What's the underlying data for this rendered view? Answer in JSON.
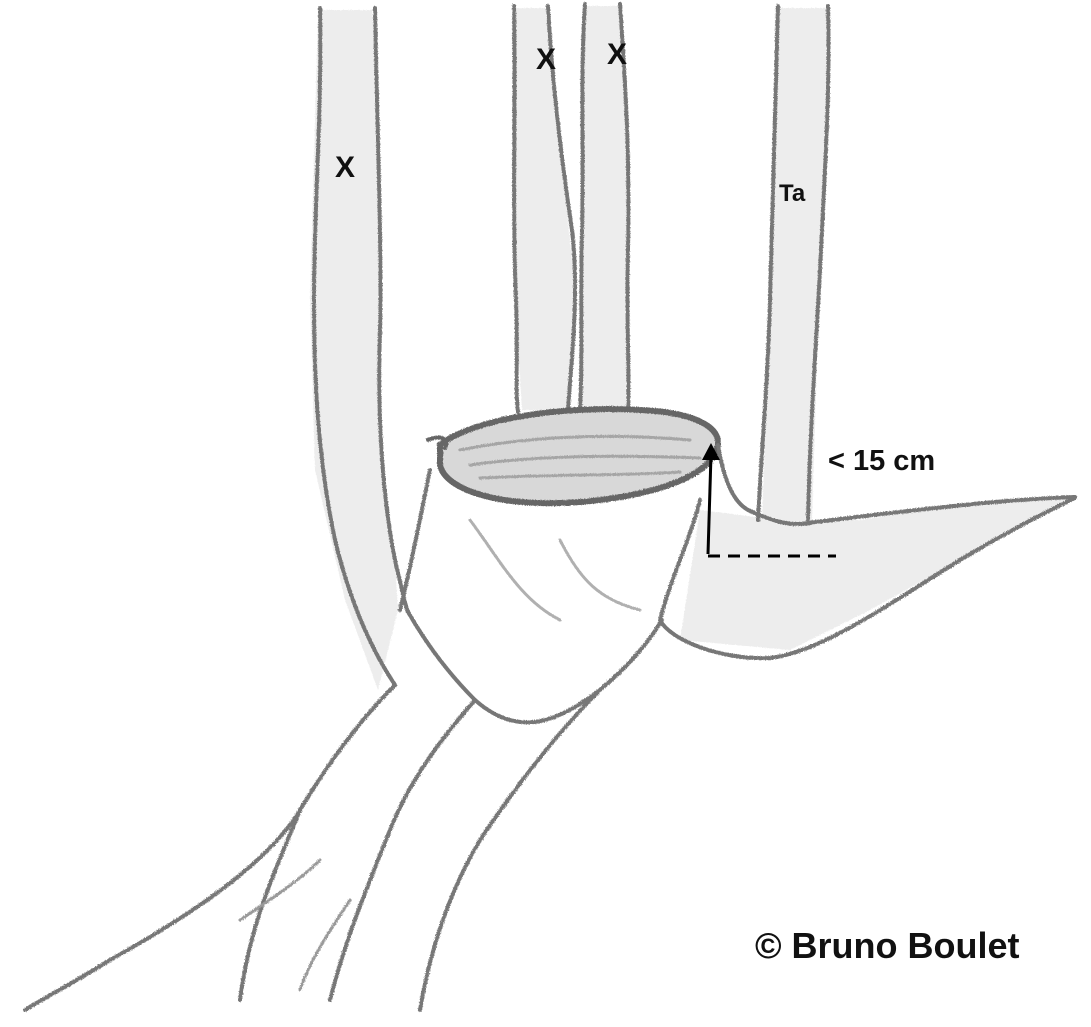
{
  "labels": {
    "stem_x_left": "X",
    "stem_x_middle": "X",
    "stem_x_right": "X",
    "stem_kept": "Ta",
    "height_limit": "< 15 cm",
    "copyright": "© Bruno Boulet"
  },
  "colors": {
    "background": "#ffffff",
    "pencil": "#7a7a7a",
    "pencil_dark": "#4e4e4e",
    "shade": "#d6d6d6",
    "ink": "#111111"
  }
}
